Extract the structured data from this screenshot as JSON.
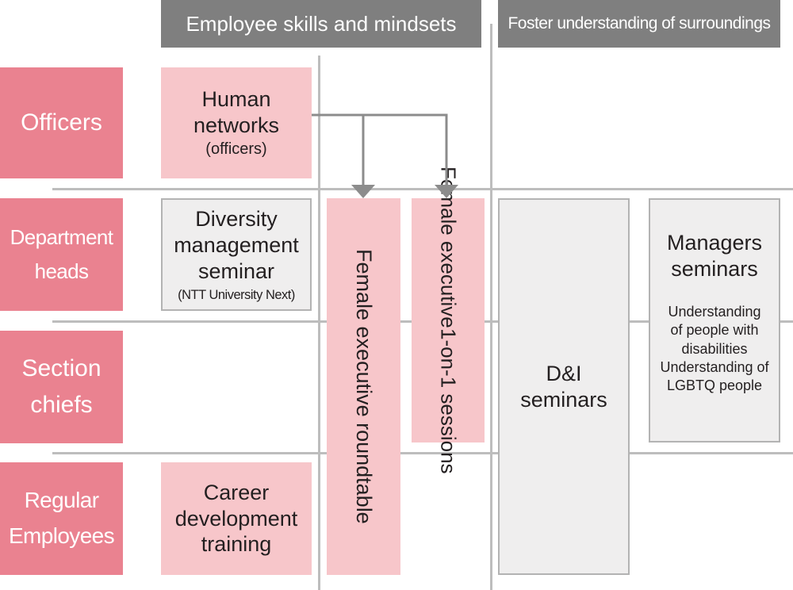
{
  "headers": {
    "skills": "Employee skills and mindsets",
    "surroundings": "Foster understanding of surroundings"
  },
  "roles": {
    "officers": "Officers",
    "department_heads": [
      "Department",
      "heads"
    ],
    "section_chiefs": [
      "Section",
      "chiefs"
    ],
    "regular_employees": [
      "Regular",
      "Employees"
    ]
  },
  "programs": {
    "human_networks": {
      "lines": [
        "Human",
        "networks"
      ],
      "sub": "(officers)"
    },
    "diversity_seminar": {
      "lines": [
        "Diversity",
        "management",
        "seminar"
      ],
      "sub": "(NTT University Next)"
    },
    "career_training": {
      "lines": [
        "Career",
        "development",
        "training"
      ]
    },
    "female_roundtable": "Female executive roundtable",
    "female_sessions": [
      "Female executive",
      "1-on-1 sessions"
    ],
    "di_seminars": [
      "D&I",
      "seminars"
    ],
    "managers_seminars": {
      "title": [
        "Managers",
        "seminars"
      ],
      "topics": [
        "Understanding",
        "of people with",
        "disabilities",
        "Understanding of",
        "LGBTQ people"
      ]
    }
  },
  "colors": {
    "role_fill": "#ea8290",
    "program_pink": "#f7c6ca",
    "program_grey": "#efeeee",
    "header_grey": "#7f7f7f",
    "grid_line": "#bdbdbd",
    "arrow": "#8c8c8c"
  }
}
